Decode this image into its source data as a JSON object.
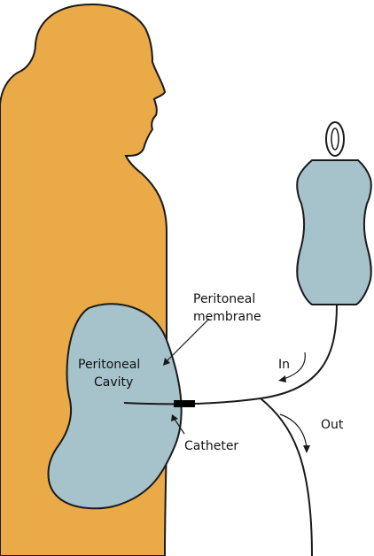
{
  "labels": {
    "cavity_line1": "Peritoneal",
    "cavity_line2": "Cavity",
    "membrane_line1": "Peritoneal",
    "membrane_line2": "membrane",
    "catheter": "Catheter",
    "in": "In",
    "out": "Out"
  },
  "colors": {
    "body": "#EAAA48",
    "fluid": "#A6C2CB",
    "stroke": "#1a1a1a"
  }
}
